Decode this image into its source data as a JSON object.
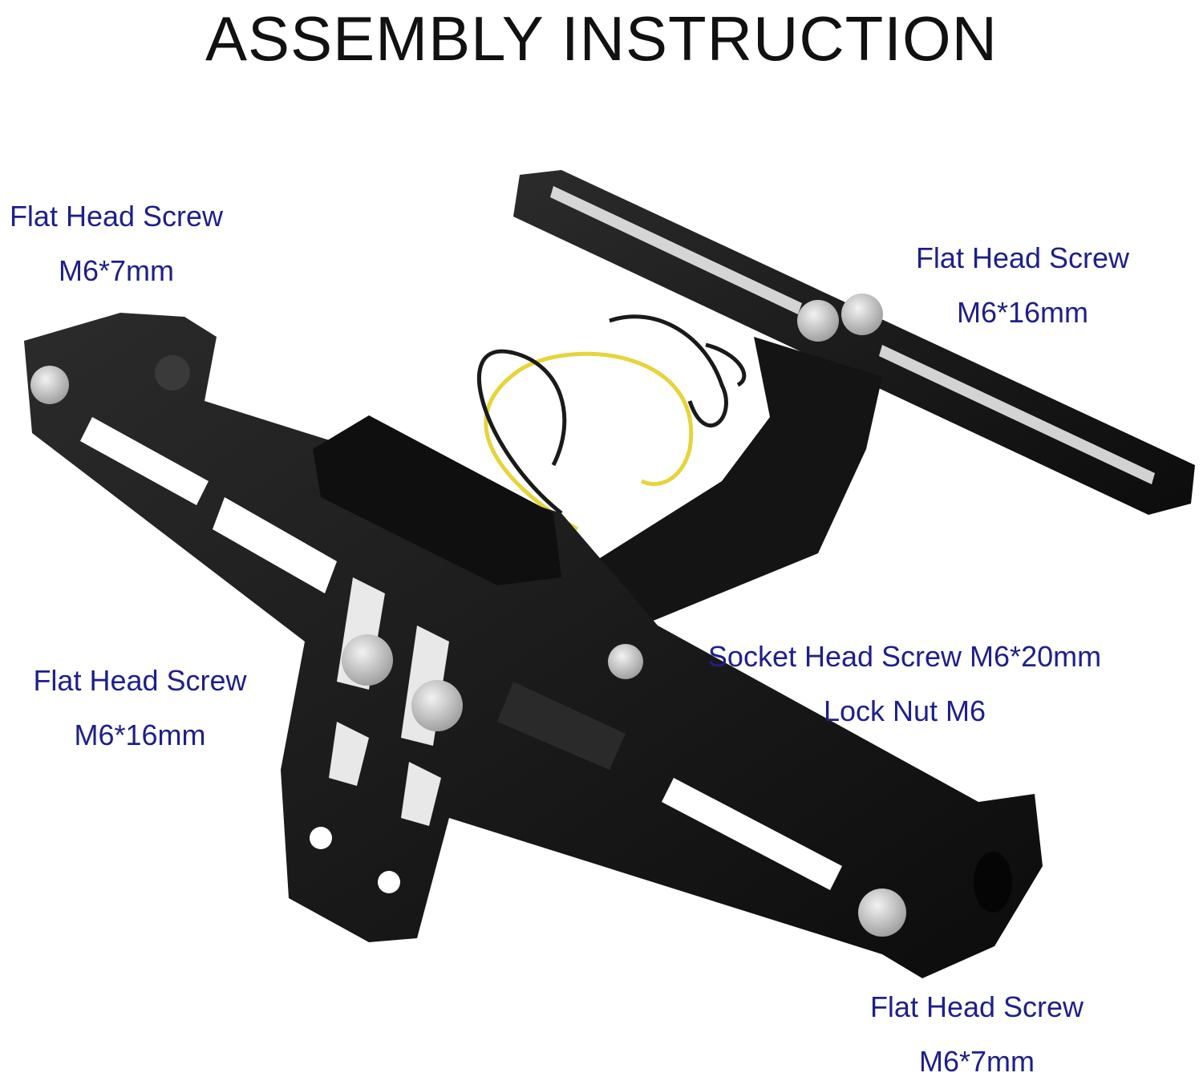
{
  "title": "ASSEMBLY INSTRUCTION",
  "colors": {
    "label_text": "#1f1f8a",
    "title_text": "#111111",
    "bracket": "#151515",
    "screw": "#c9c9c9",
    "wire_black": "#1a1a1a",
    "wire_yellow": "#e6d43a"
  },
  "labels": {
    "top_left": {
      "line1": "Flat Head Screw",
      "line2": "M6*7mm"
    },
    "top_right": {
      "line1": "Flat Head Screw",
      "line2": "M6*16mm"
    },
    "middle_left": {
      "line1": "Flat Head Screw",
      "line2": "M6*16mm"
    },
    "middle_right": {
      "line1": "Socket Head Screw  M6*20mm",
      "line2": "Lock Nut M6"
    },
    "bottom_right": {
      "line1": "Flat Head Screw",
      "line2": "M6*7mm"
    }
  }
}
